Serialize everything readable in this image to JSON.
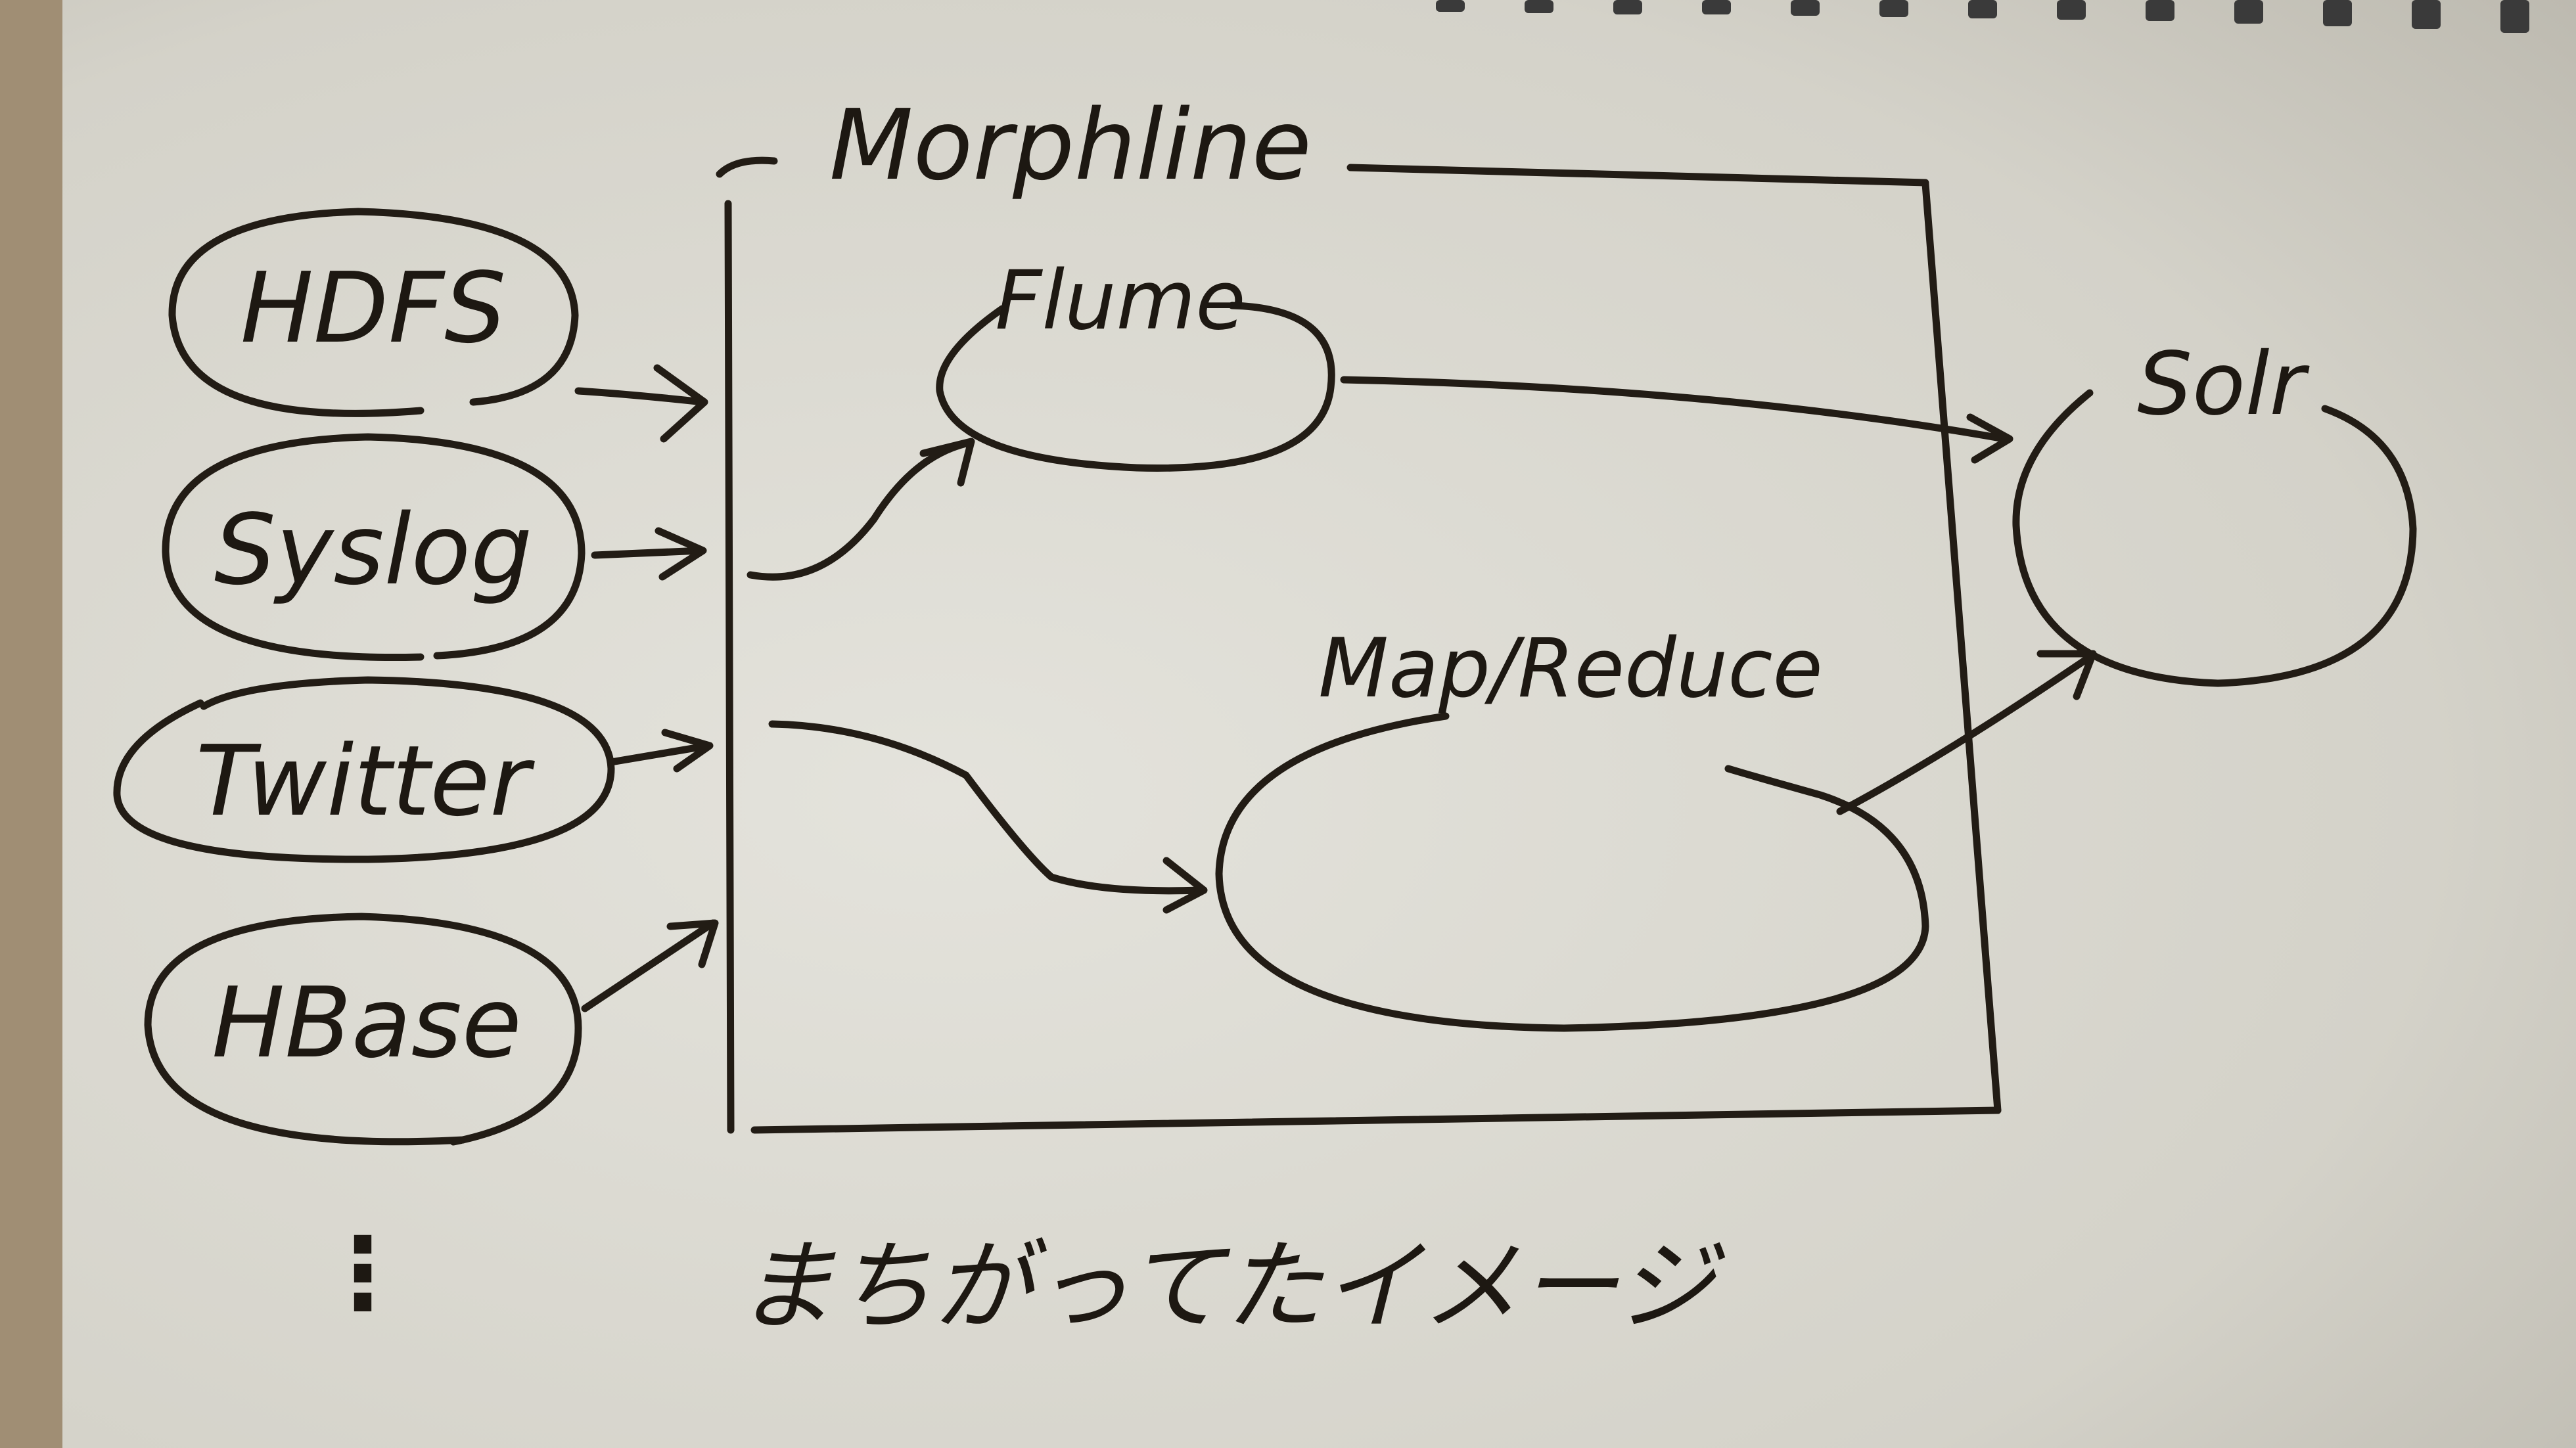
{
  "diagram": {
    "title": "Morphline",
    "sources": [
      {
        "label": "HDFS"
      },
      {
        "label": "Syslog"
      },
      {
        "label": "Twitter"
      },
      {
        "label": "HBase"
      }
    ],
    "more_sources": "⋮",
    "inner_nodes": [
      {
        "label": "Flume"
      },
      {
        "label": "Map/Reduce"
      }
    ],
    "target": {
      "label": "Solr"
    },
    "caption": "まちがってたイメージ"
  },
  "colors": {
    "paper": "#dcdad2",
    "ink": "#221c15",
    "desk": "#a08e74",
    "ring": "#3a3a3a"
  }
}
